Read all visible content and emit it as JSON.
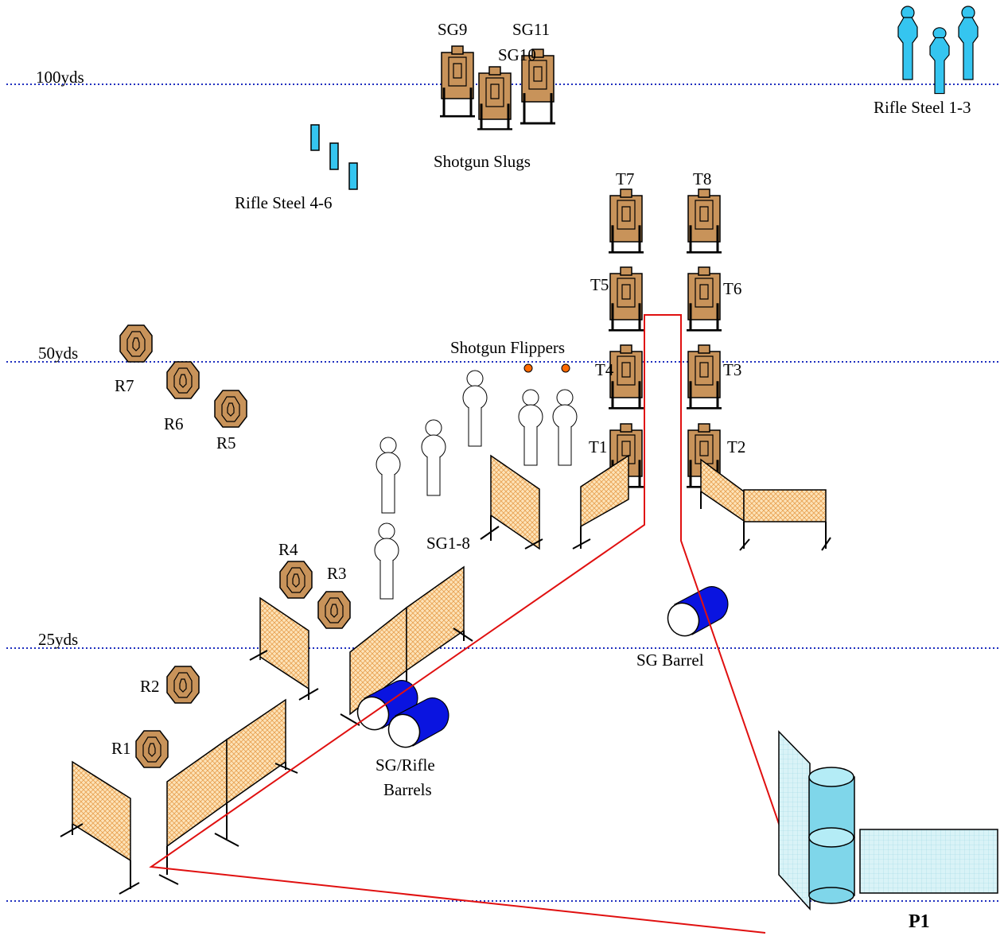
{
  "distances": {
    "d100": "100yds",
    "d50": "50yds",
    "d25": "25yds"
  },
  "labels": {
    "sg9": "SG9",
    "sg10": "SG10",
    "sg11": "SG11",
    "shotgun_slugs": "Shotgun Slugs",
    "rifle_steel_1_3": "Rifle Steel 1-3",
    "rifle_steel_4_6": "Rifle Steel 4-6",
    "shotgun_flippers": "Shotgun Flippers",
    "sg1_8": "SG1-8",
    "sg_barrel": "SG Barrel",
    "sg_rifle_barrels_1": "SG/Rifle",
    "sg_rifle_barrels_2": "Barrels",
    "p1": "P1",
    "targets": {
      "t1": "T1",
      "t2": "T2",
      "t3": "T3",
      "t4": "T4",
      "t5": "T5",
      "t6": "T6",
      "t7": "T7",
      "t8": "T8"
    },
    "rifle": {
      "r1": "R1",
      "r2": "R2",
      "r3": "R3",
      "r4": "R4",
      "r5": "R5",
      "r6": "R6",
      "r7": "R7"
    }
  },
  "colors": {
    "distance_line": "#1f2fbf",
    "fault_line": "#e01010",
    "target_brown": "#c8935a",
    "steel_blue": "#35c5f0",
    "barrel_blue": "#0a14e0",
    "wall_fill": "#f7c98a",
    "cover_fill": "#7fd6ea",
    "flipper": "#ff6a00"
  }
}
